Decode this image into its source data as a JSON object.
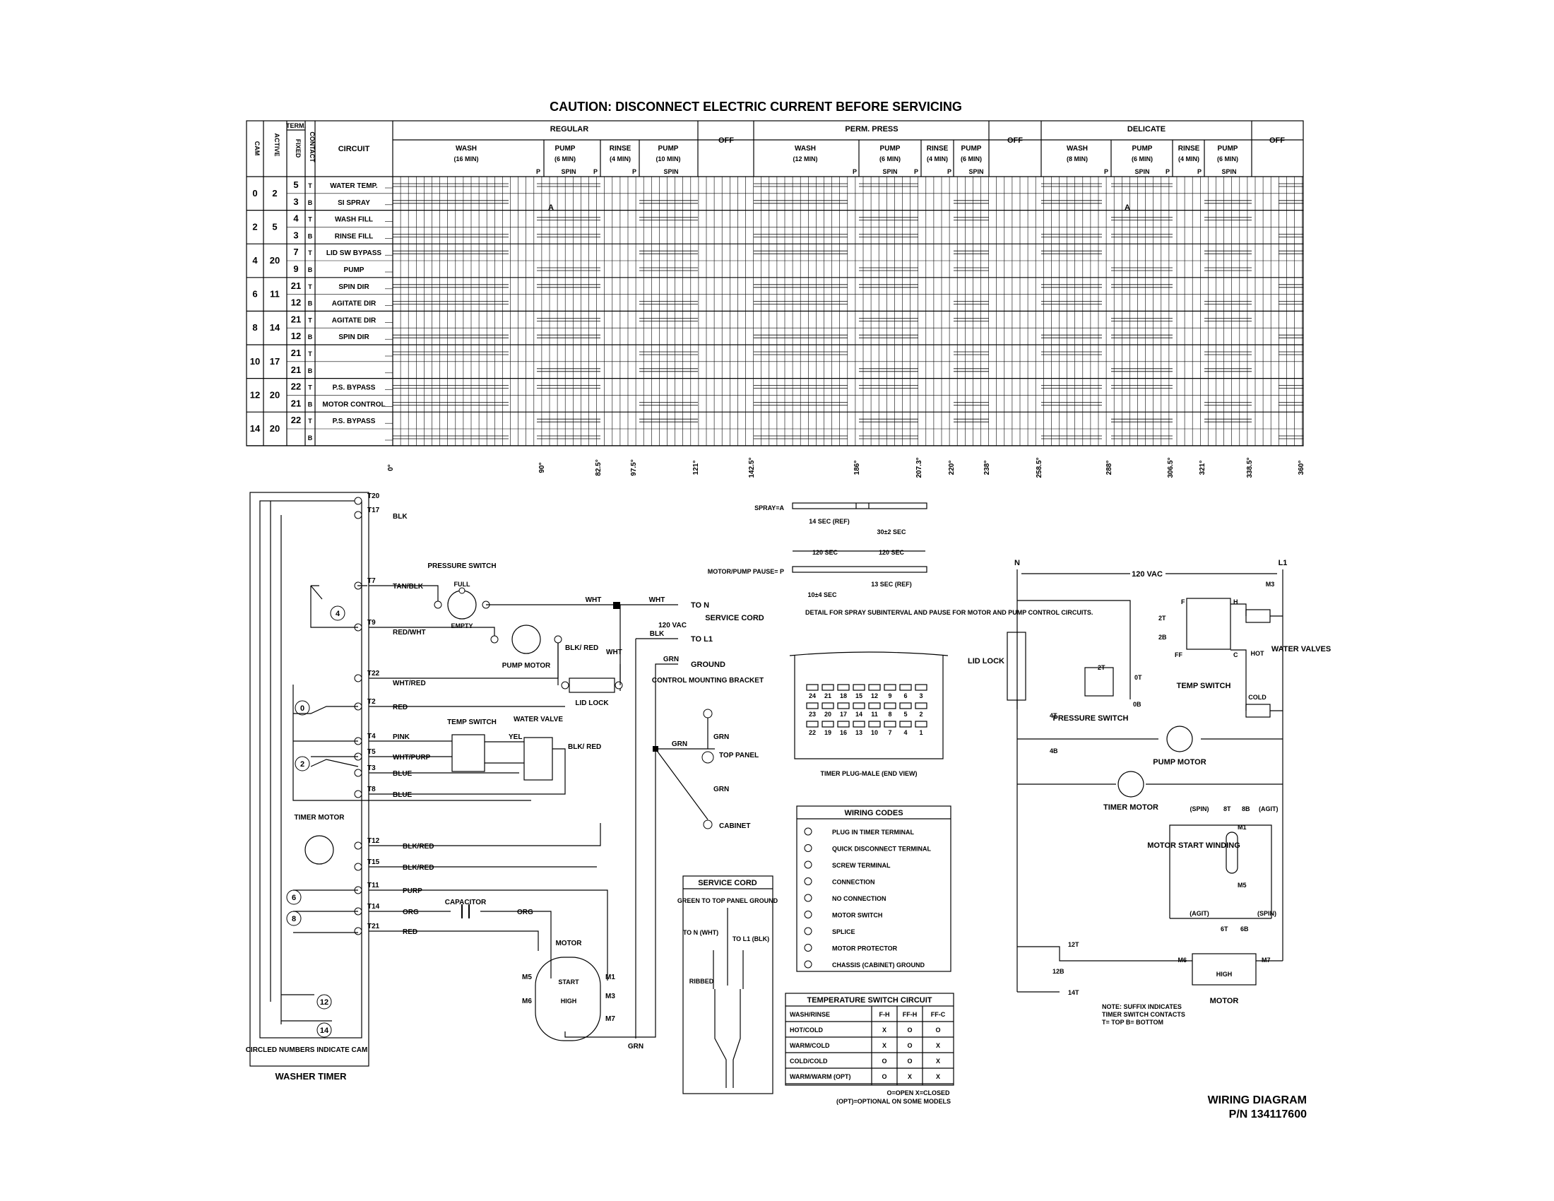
{
  "caution": "CAUTION: DISCONNECT ELECTRIC CURRENT BEFORE SERVICING",
  "header": {
    "cam": "CAM",
    "active": "ACTIVE",
    "term": "TERM.",
    "fixed": "FIXED",
    "contact": "CONTACT",
    "circuit": "CIRCUIT",
    "regular": "REGULAR",
    "perm_press": "PERM. PRESS",
    "delicate": "DELICATE",
    "off": "OFF",
    "wash": "WASH",
    "pump": "PUMP",
    "rinse": "RINSE",
    "spin": "SPIN",
    "p": "P",
    "wash_16": "(16 MIN)",
    "wash_12": "(12 MIN)",
    "wash_8": "(8 MIN)",
    "pump_6": "(6 MIN)",
    "rinse_4": "(4 MIN)",
    "pump_10": "(10 MIN)"
  },
  "rows": [
    {
      "cam": "0",
      "active": "2",
      "fixed": "5",
      "contact": "T",
      "circuit": "WATER TEMP."
    },
    {
      "cam": "",
      "active": "",
      "fixed": "3",
      "contact": "B",
      "circuit": "SI SPRAY"
    },
    {
      "cam": "2",
      "active": "5",
      "fixed": "4",
      "contact": "T",
      "circuit": "WASH FILL"
    },
    {
      "cam": "",
      "active": "",
      "fixed": "3",
      "contact": "B",
      "circuit": "RINSE FILL"
    },
    {
      "cam": "4",
      "active": "20",
      "fixed": "7",
      "contact": "T",
      "circuit": "LID SW BYPASS"
    },
    {
      "cam": "",
      "active": "",
      "fixed": "9",
      "contact": "B",
      "circuit": "PUMP"
    },
    {
      "cam": "6",
      "active": "11",
      "fixed": "21",
      "contact": "T",
      "circuit": "SPIN DIR"
    },
    {
      "cam": "",
      "active": "",
      "fixed": "12",
      "contact": "B",
      "circuit": "AGITATE DIR"
    },
    {
      "cam": "8",
      "active": "14",
      "fixed": "21",
      "contact": "T",
      "circuit": "AGITATE DIR"
    },
    {
      "cam": "",
      "active": "",
      "fixed": "12",
      "contact": "B",
      "circuit": "SPIN DIR"
    },
    {
      "cam": "10",
      "active": "17",
      "fixed": "21",
      "contact": "T",
      "circuit": ""
    },
    {
      "cam": "",
      "active": "",
      "fixed": "21",
      "contact": "B",
      "circuit": ""
    },
    {
      "cam": "12",
      "active": "20",
      "fixed": "22",
      "contact": "T",
      "circuit": "P.S. BYPASS"
    },
    {
      "cam": "",
      "active": "",
      "fixed": "21",
      "contact": "B",
      "circuit": "MOTOR CONTROL"
    },
    {
      "cam": "14",
      "active": "20",
      "fixed": "22",
      "contact": "T",
      "circuit": "P.S. BYPASS"
    },
    {
      "cam": "",
      "active": "",
      "fixed": "",
      "contact": "B",
      "circuit": ""
    }
  ],
  "spray_mark": "A",
  "degrees": [
    "0°",
    "90°",
    "82.5°",
    "97.5°",
    "121°",
    "142.5°",
    "186°",
    "207.3°",
    "220°",
    "238°",
    "258.5°",
    "288°",
    "306.5°",
    "321°",
    "338.5°",
    "360°"
  ],
  "timer_terminals": [
    "T20",
    "T17",
    "T7",
    "T9",
    "T22",
    "T2",
    "T4",
    "T5",
    "T3",
    "T8",
    "T12",
    "T15",
    "T11",
    "T14",
    "T21"
  ],
  "wire_labels": {
    "blk": "BLK",
    "tan_blk": "TAN/BLK",
    "red_wht": "RED/WHT",
    "wht_red": "WHT/RED",
    "red": "RED",
    "pink": "PINK",
    "wht_purp": "WHT/PURP",
    "blue": "BLUE",
    "blk_red": "BLK/RED",
    "purp": "PURP",
    "org": "ORG",
    "wht": "WHT",
    "grn": "GRN",
    "yel": "YEL",
    "blk_red_split": "BLK/ RED"
  },
  "cams": [
    "4",
    "0",
    "2",
    "6",
    "8",
    "12",
    "14"
  ],
  "labels": {
    "pressure_switch": "PRESSURE SWITCH",
    "full": "FULL",
    "empty": "EMPTY",
    "pump_motor": "PUMP MOTOR",
    "lid_lock": "LID LOCK",
    "temp_switch": "TEMP SWITCH",
    "water_valve": "WATER VALVE",
    "timer_motor": "TIMER MOTOR",
    "capacitor": "CAPACITOR",
    "motor": "MOTOR",
    "start": "START",
    "high": "HIGH",
    "circled_numbers": "CIRCLED NUMBERS INDICATE CAM",
    "washer_timer": "WASHER TIMER",
    "to_n": "TO N",
    "to_l1": "TO L1",
    "vac_120": "120 VAC",
    "service_cord": "SERVICE CORD",
    "ground": "GROUND",
    "control_bracket": "CONTROL MOUNTING BRACKET",
    "top_panel": "TOP PANEL",
    "cabinet": "CABINET"
  },
  "timing": {
    "spray": "SPRAY=A",
    "sec14": "14 SEC (REF)",
    "sec30": "30±2 SEC",
    "sec120a": "120 SEC",
    "sec120b": "120 SEC",
    "pause": "MOTOR/PUMP PAUSE= P",
    "sec13": "13 SEC (REF)",
    "sec10": "10±4 SEC",
    "detail": "DETAIL FOR SPRAY SUBINTERVAL AND PAUSE FOR MOTOR AND PUMP CONTROL CIRCUITS."
  },
  "plug": {
    "top": [
      "24",
      "21",
      "18",
      "15",
      "12",
      "9",
      "6",
      "3"
    ],
    "mid": [
      "23",
      "20",
      "17",
      "14",
      "11",
      "8",
      "5",
      "2"
    ],
    "bot": [
      "22",
      "19",
      "16",
      "13",
      "10",
      "7",
      "4",
      "1"
    ],
    "caption": "TIMER PLUG-MALE (END VIEW)"
  },
  "wiring_codes": {
    "title": "WIRING CODES",
    "items": [
      "PLUG IN TIMER TERMINAL",
      "QUICK DISCONNECT TERMINAL",
      "SCREW TERMINAL",
      "CONNECTION",
      "NO CONNECTION",
      "MOTOR SWITCH",
      "SPLICE",
      "MOTOR PROTECTOR",
      "CHASSIS (CABINET) GROUND"
    ]
  },
  "service_cord_box": {
    "title": "SERVICE CORD",
    "green": "GREEN TO TOP PANEL GROUND",
    "to_n": "TO N (WHT)",
    "to_l1": "TO L1 (BLK)",
    "ribbed": "RIBBED"
  },
  "temp_table": {
    "title": "TEMPERATURE SWITCH CIRCUIT",
    "headers": [
      "WASH/RINSE",
      "F-H",
      "FF-H",
      "FF-C"
    ],
    "rows": [
      [
        "HOT/COLD",
        "X",
        "O",
        "O"
      ],
      [
        "WARM/COLD",
        "X",
        "O",
        "X"
      ],
      [
        "COLD/COLD",
        "O",
        "O",
        "X"
      ],
      [
        "WARM/WARM (OPT)",
        "O",
        "X",
        "X"
      ]
    ],
    "legend1": "O=OPEN       X=CLOSED",
    "legend2": "(OPT)=OPTIONAL ON SOME MODELS"
  },
  "ladder": {
    "n": "N",
    "l1": "L1",
    "vac": "120 VAC",
    "m3": "M3",
    "lid_lock": "LID LOCK",
    "pressure_switch": "PRESSURE SWITCH",
    "temp_switch": "TEMP SWITCH",
    "hot": "HOT",
    "cold": "COLD",
    "water_valves": "WATER VALVES",
    "pump_motor": "PUMP MOTOR",
    "timer_motor": "TIMER MOTOR",
    "spin": "(SPIN)",
    "agit": "(AGIT)",
    "motor_start": "MOTOR START WINDING",
    "high": "HIGH",
    "motor": "MOTOR",
    "t2": "2T",
    "b2": "2B",
    "t0": "0T",
    "b0": "0B",
    "t4": "4T",
    "b4": "4B",
    "t8": "8T",
    "b8": "8B",
    "t6": "6T",
    "b6": "6B",
    "t12": "12T",
    "b12": "12B",
    "t14": "14T",
    "m1": "M1",
    "m5": "M5",
    "m6": "M6",
    "m7": "M7",
    "f": "F",
    "h": "H",
    "ff": "FF",
    "c": "C",
    "note": "NOTE: SUFFIX INDICATES TIMER SWITCH CONTACTS T= TOP B= BOTTOM"
  },
  "footer": {
    "line1": "WIRING DIAGRAM",
    "line2": "P/N 134117600"
  }
}
